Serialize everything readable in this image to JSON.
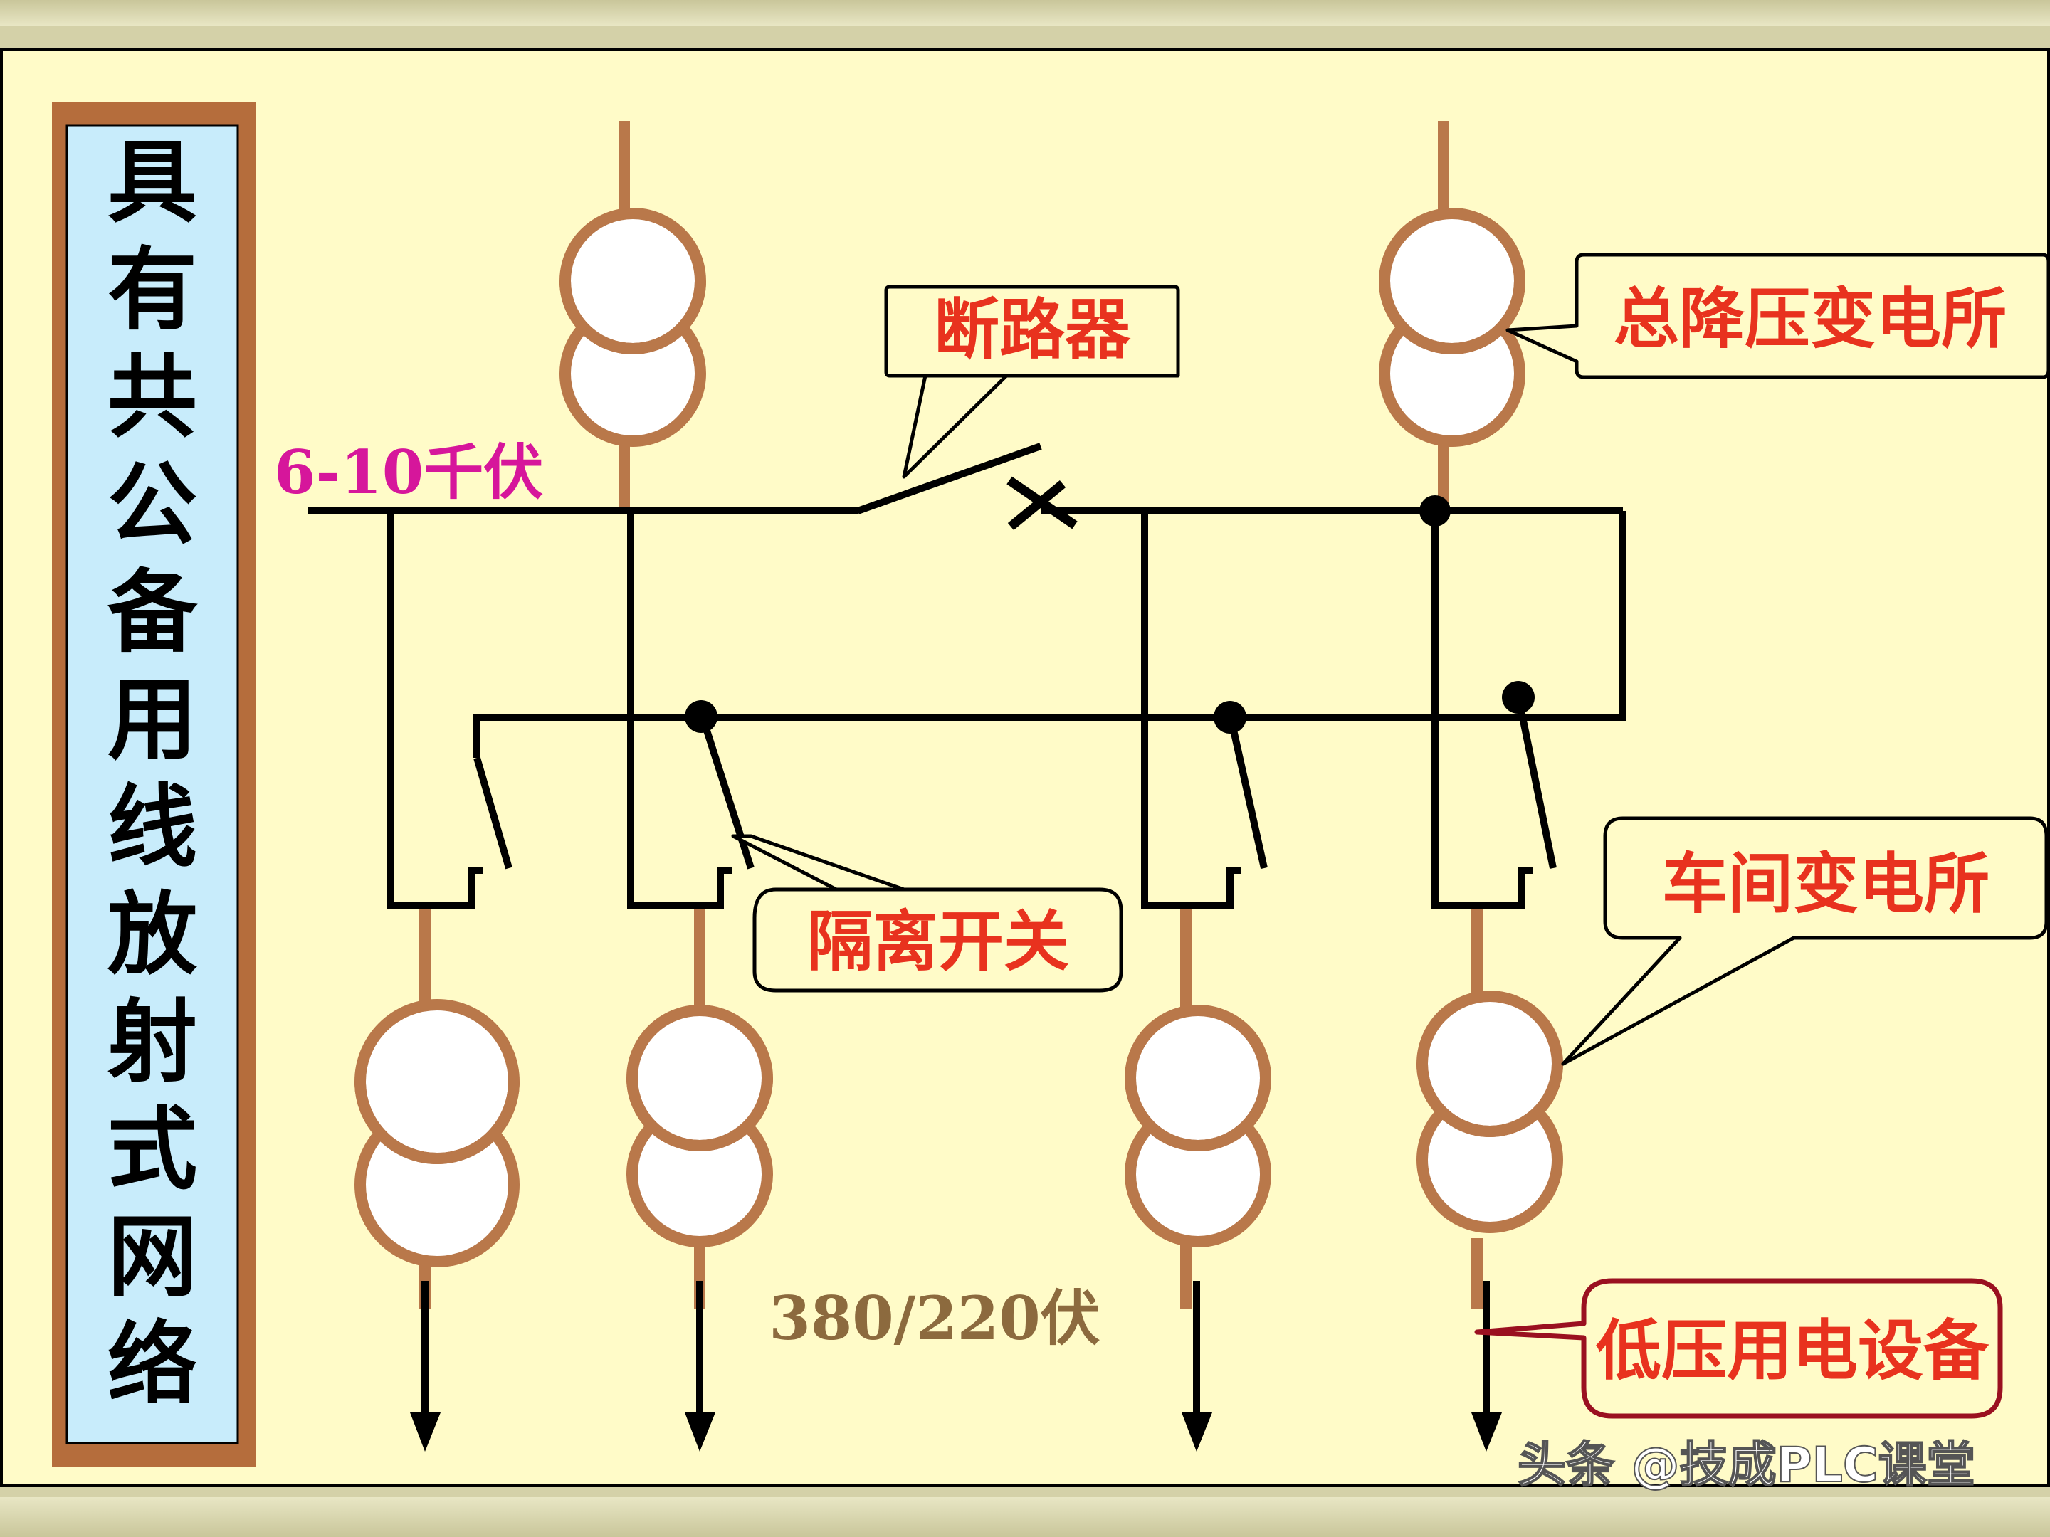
{
  "slide": {
    "title_chars": [
      "具",
      "有",
      "共",
      "公",
      "备",
      "用",
      "线",
      "放",
      "射",
      "式",
      "网",
      "络"
    ],
    "labels": {
      "voltage_high": "6-10千伏",
      "voltage_low": "380/220伏",
      "breaker": "断路器",
      "main_substation": "总降压变电所",
      "isolator": "隔离开关",
      "workshop_substation": "车间变电所",
      "low_voltage_equipment": "低压用电设备"
    },
    "watermark": "头条 @技成PLC课堂"
  },
  "colors": {
    "background": "#fffbc8",
    "copper": "#b9784a",
    "line": "#000000",
    "label_red": "#e8321e",
    "magenta": "#d6169b",
    "brown_text": "#8c6a3e",
    "title_fill": "#c8ecfb",
    "title_border": "#b56d3c",
    "callout_dark_red": "#9a1020"
  }
}
